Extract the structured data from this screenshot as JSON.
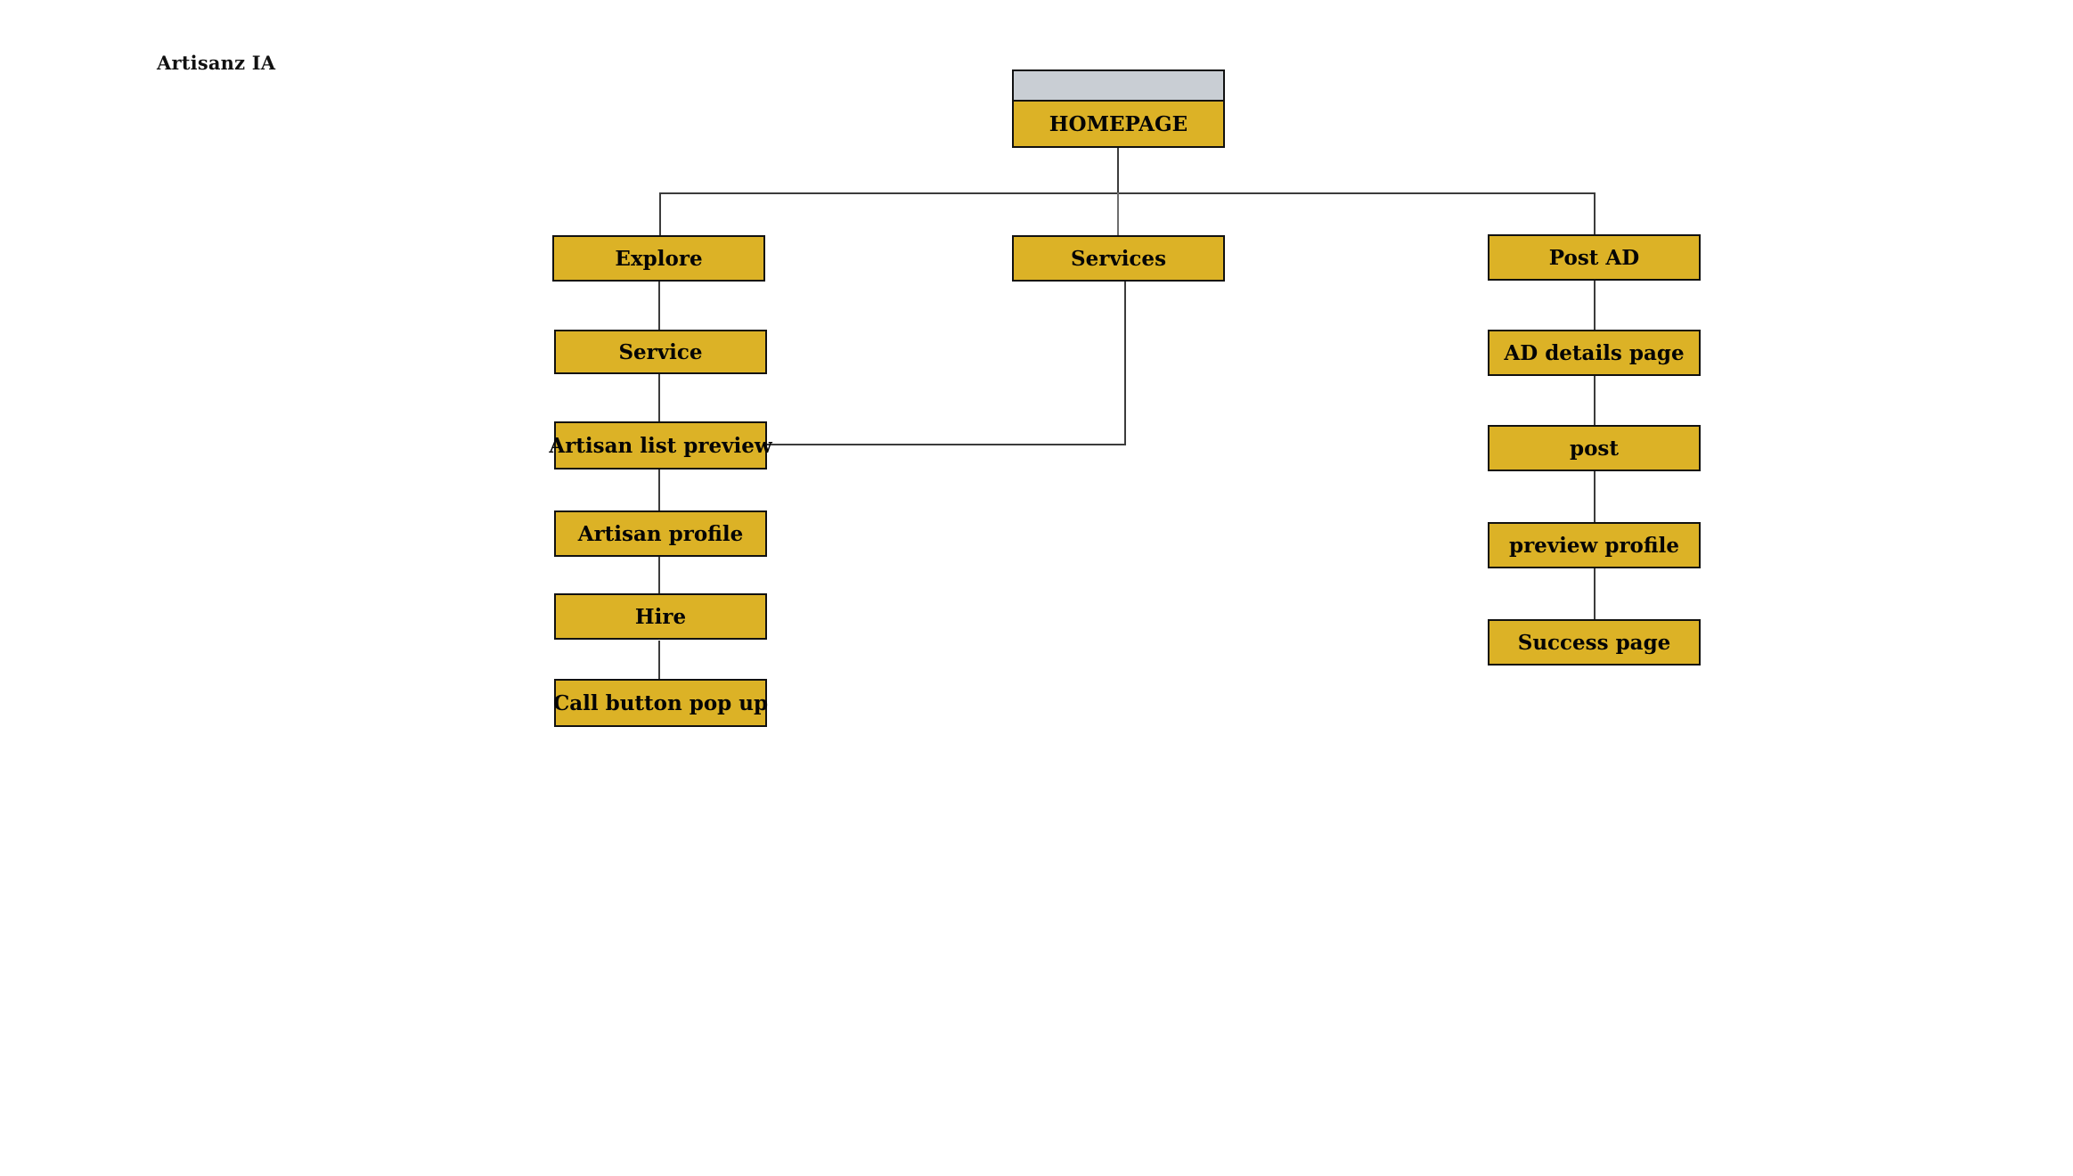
{
  "diagram": {
    "title": "Artisanz IA",
    "type": "information-architecture-flowchart",
    "colors": {
      "node_fill": "#dcb226",
      "node_border": "#111111",
      "root_cap_fill": "#c9ced4",
      "connector": "#3c3c3c",
      "connector_secondary": "#6e6e6e",
      "label_text": "#050505",
      "background": "#ffffff"
    },
    "root": {
      "label": "HOMEPAGE"
    },
    "branches": [
      {
        "name": "explore-branch",
        "nodes": [
          {
            "label": "Explore"
          },
          {
            "label": "Service"
          },
          {
            "label": "Artisan list preview"
          },
          {
            "label": "Artisan profile"
          },
          {
            "label": "Hire"
          },
          {
            "label": "Call button pop up"
          }
        ]
      },
      {
        "name": "services-branch",
        "nodes": [
          {
            "label": "Services"
          }
        ]
      },
      {
        "name": "post-ad-branch",
        "nodes": [
          {
            "label": "Post AD"
          },
          {
            "label": "AD details page"
          },
          {
            "label": "post"
          },
          {
            "label": "preview profile"
          },
          {
            "label": "Success page"
          }
        ]
      }
    ],
    "cross_link": {
      "from": "Services",
      "to": "Artisan list preview"
    }
  }
}
